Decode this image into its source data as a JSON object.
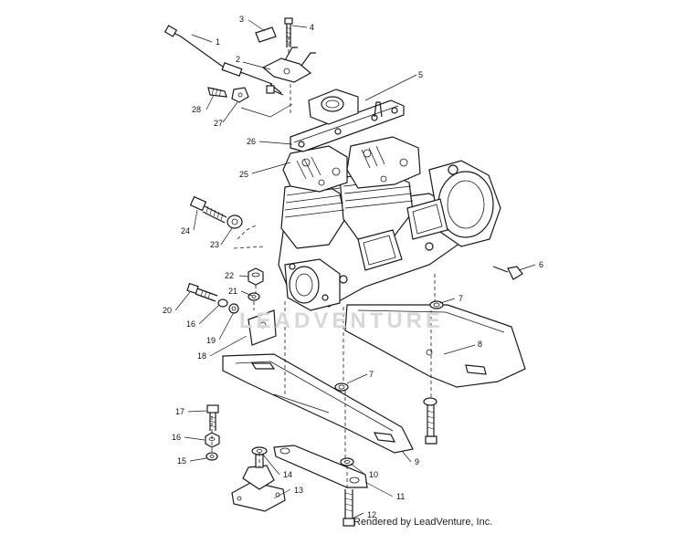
{
  "labels": {
    "n1": "1",
    "n2": "2",
    "n3": "3",
    "n4": "4",
    "n5": "5",
    "n6": "6",
    "n7a": "7",
    "n7b": "7",
    "n8": "8",
    "n9": "9",
    "n10": "10",
    "n11": "11",
    "n12": "12",
    "n13": "13",
    "n14": "14",
    "n15": "15",
    "n16a": "16",
    "n16b": "16",
    "n17": "17",
    "n18": "18",
    "n19": "19",
    "n20": "20",
    "n21": "21",
    "n22": "22",
    "n23": "23",
    "n24": "24",
    "n25": "25",
    "n26": "26",
    "n27": "27",
    "n28": "28"
  },
  "watermark": "LEADVENTURE",
  "footer": "Rendered by LeadVenture, Inc."
}
